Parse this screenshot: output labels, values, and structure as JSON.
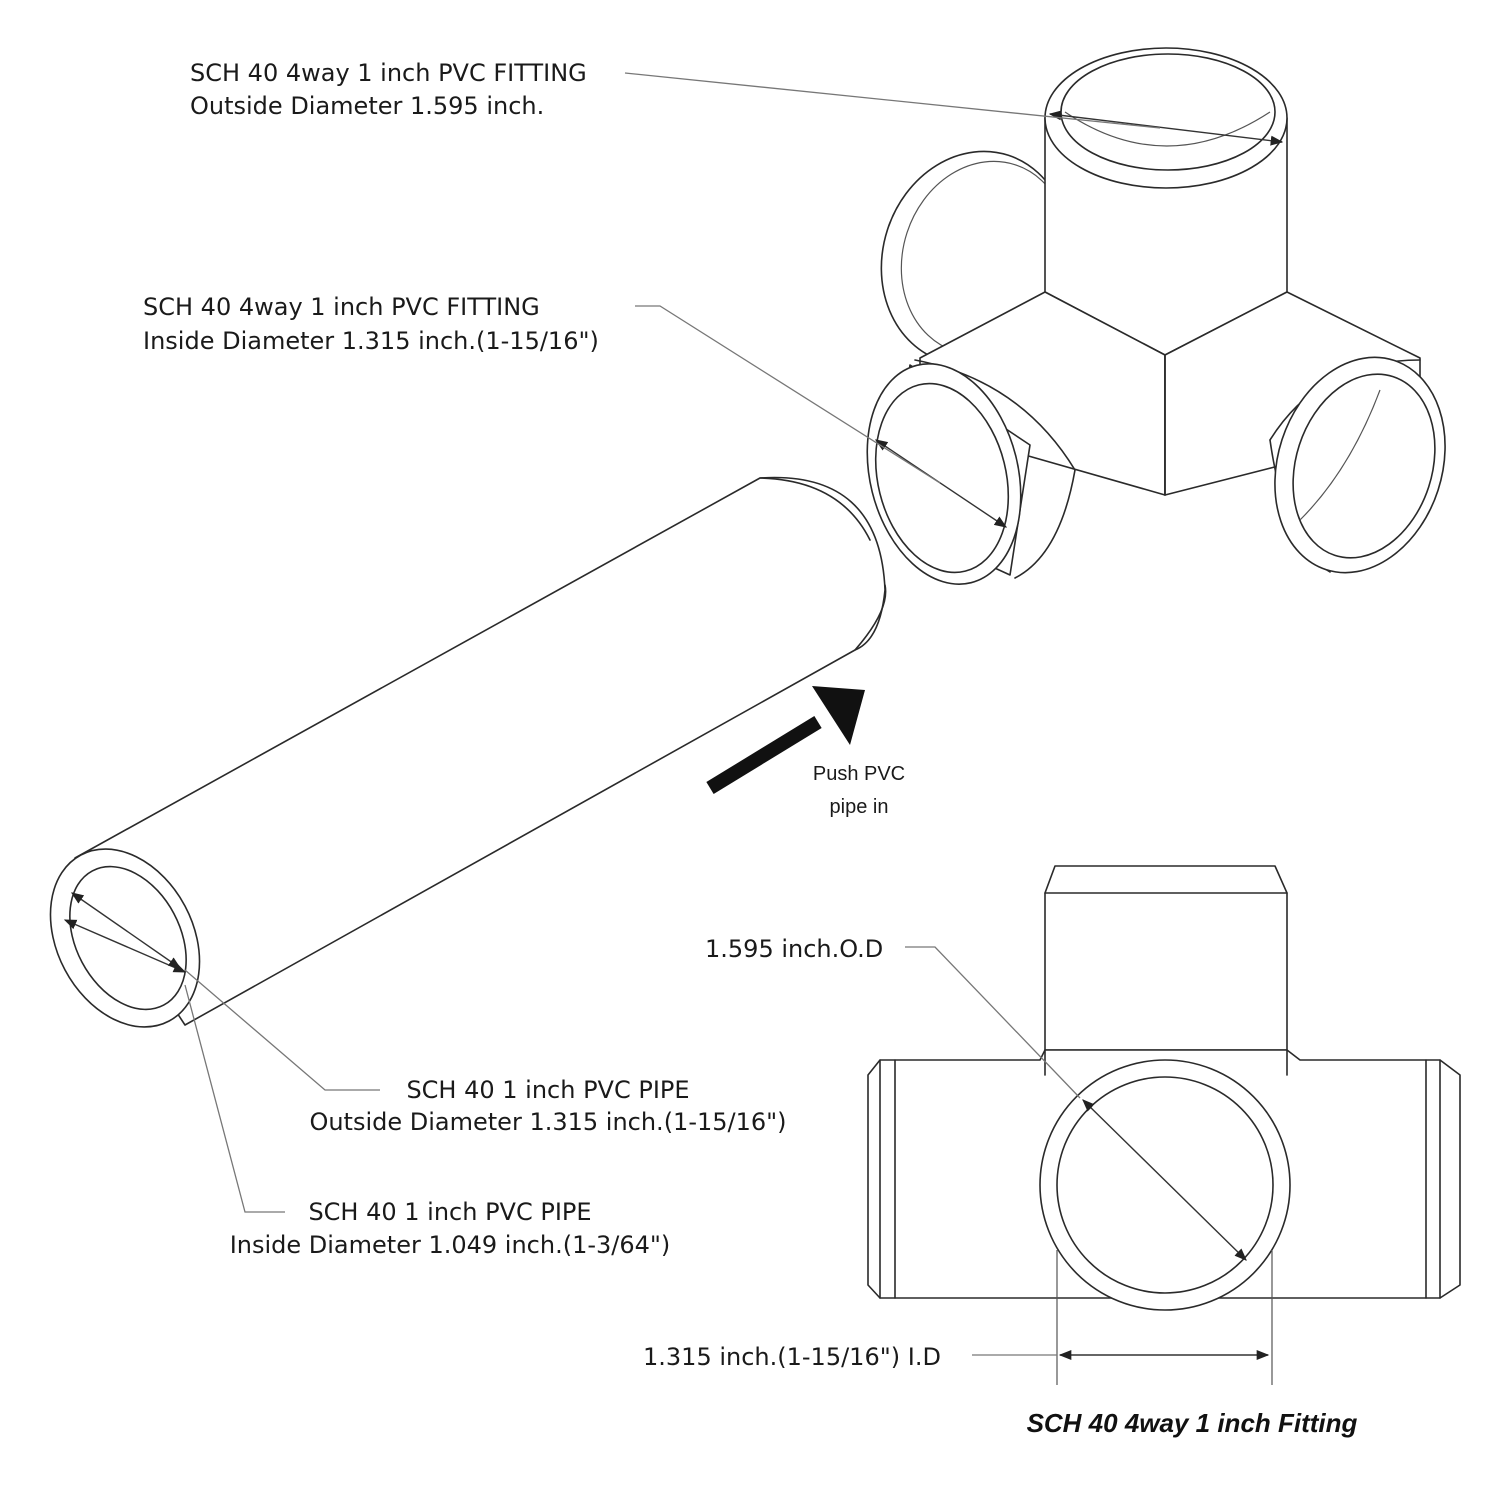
{
  "labels": {
    "fitting_od_line1": "SCH 40 4way 1 inch PVC FITTING",
    "fitting_od_line2": "Outside Diameter 1.595 inch.",
    "fitting_id_line1": "SCH 40 4way 1 inch PVC FITTING",
    "fitting_id_line2": "Inside Diameter 1.315 inch.(1-15/16\")",
    "push_line1": "Push PVC",
    "push_line2": "pipe in",
    "pipe_od_line1": "SCH 40 1 inch PVC PIPE",
    "pipe_od_line2": "Outside Diameter 1.315 inch.(1-15/16\")",
    "pipe_id_line1": "SCH 40 1 inch PVC PIPE",
    "pipe_id_line2": "Inside Diameter 1.049 inch.(1-3/64\")",
    "front_od": "1.595 inch.O.D",
    "front_id": "1.315 inch.(1-15/16\") I.D",
    "caption": "SCH 40 4way 1 inch Fitting"
  },
  "colors": {
    "line": "#2a2a2a",
    "text": "#1a1a1a",
    "background": "#ffffff"
  }
}
